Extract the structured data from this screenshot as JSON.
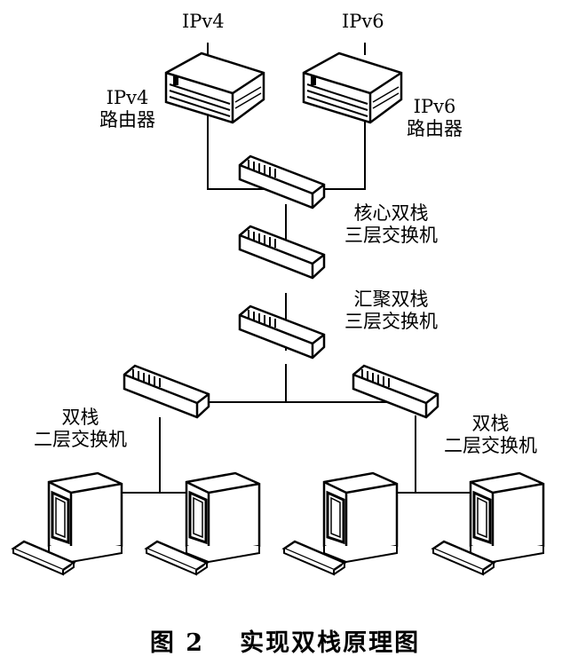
{
  "labels": {
    "ipv4_top": "IPv4",
    "ipv6_top": "IPv6",
    "ipv4_router": [
      "IPv4",
      "路由器"
    ],
    "ipv6_router": [
      "IPv6",
      "路由器"
    ],
    "core_switch": [
      "核心双栈",
      "三层交换机"
    ],
    "agg_switch": [
      "汇聚双栈",
      "三层交换机"
    ],
    "left_l2": [
      "双栈",
      "二层交换机"
    ],
    "right_l2": [
      "双栈",
      "二层交换机"
    ]
  },
  "caption": {
    "figure": "图 2",
    "title": "实现双栈原理图"
  }
}
